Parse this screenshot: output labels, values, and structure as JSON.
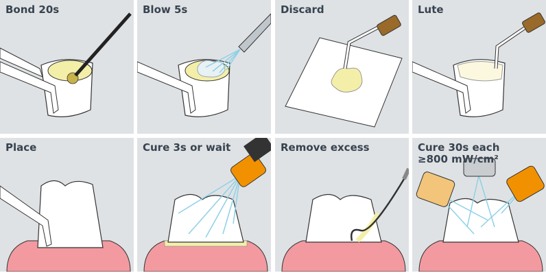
{
  "steps": [
    {
      "label": "Bond 20s"
    },
    {
      "label": "Blow 5s"
    },
    {
      "label": "Discard"
    },
    {
      "label": "Lute"
    },
    {
      "label": "Place"
    },
    {
      "label": "Cure 3s or wait"
    },
    {
      "label": "Remove excess"
    },
    {
      "label": "Cure 30s each",
      "label_line2": "≥800 mW/cm²"
    }
  ],
  "colors": {
    "panel_bg": "#dfe2e4",
    "label": "#37434f",
    "gum": "#f29aa0",
    "bond": "#f4efa8",
    "curing_light": "#f29100",
    "light_beam": "#8fd0e6"
  }
}
